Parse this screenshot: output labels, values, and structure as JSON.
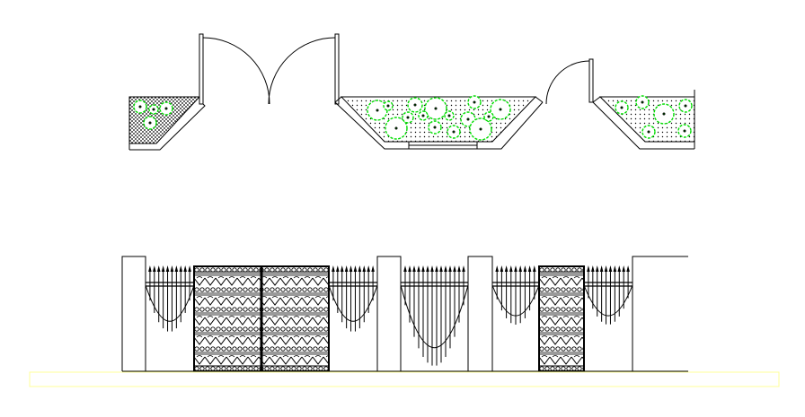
{
  "colors": {
    "background": "#ffffff",
    "linework": "#000000",
    "shrub": "#00dd00",
    "ground_line": "#ffff99"
  },
  "plan_view": {
    "left_bed": {
      "shrub_count": 4
    },
    "center_bed": {
      "shrub_count": 15
    },
    "right_bed": {
      "shrub_count": 6
    },
    "double_door": {
      "leaves": 2
    },
    "single_door": {
      "leaves": 1
    }
  },
  "elevation_view": {
    "main_gate": {
      "leaves": 2,
      "ornament_rows": 5
    },
    "small_gate": {
      "leaves": 1,
      "ornament_rows": 5
    },
    "fence_panels": 5,
    "piers": 4
  }
}
